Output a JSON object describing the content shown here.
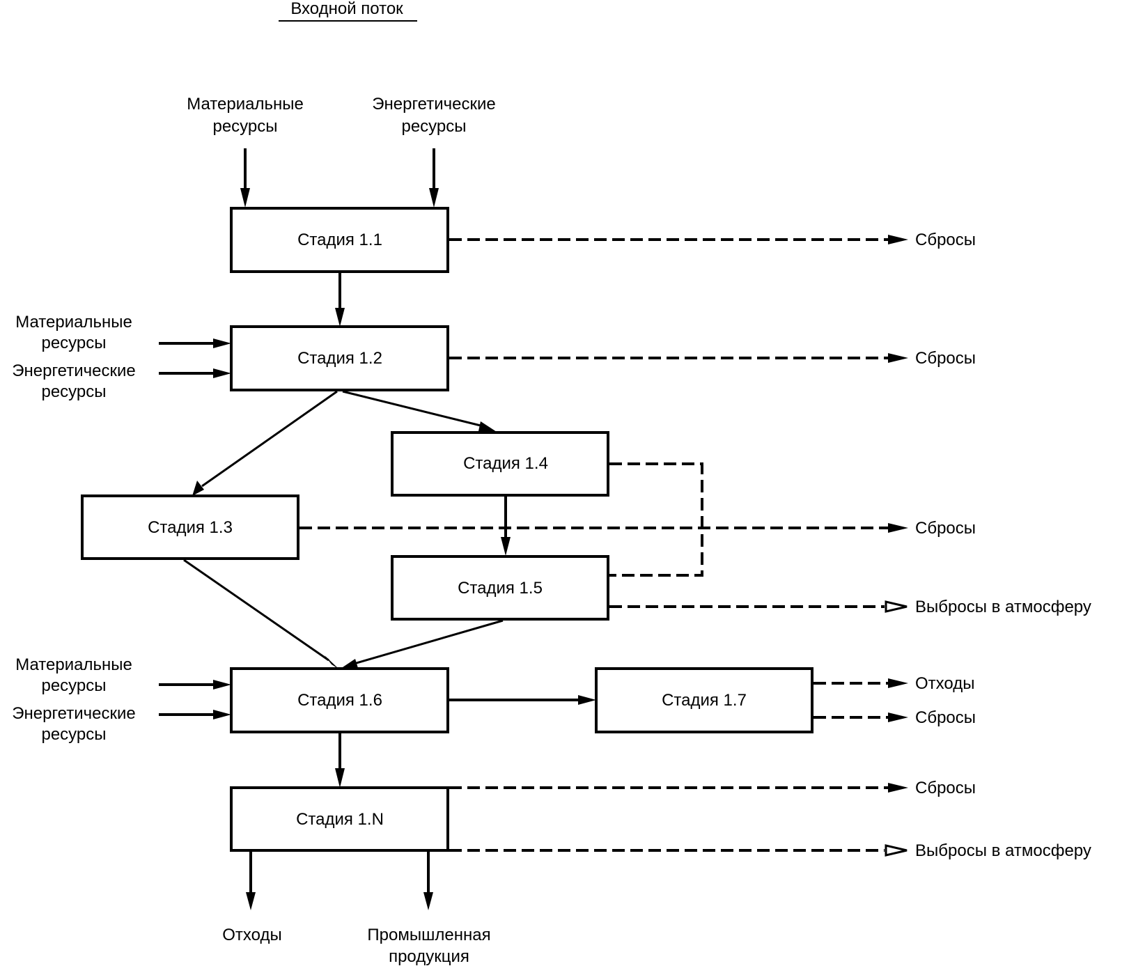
{
  "title": "Входной поток",
  "stages": {
    "s11": "Стадия 1.1",
    "s12": "Стадия 1.2",
    "s13": "Стадия 1.3",
    "s14": "Стадия 1.4",
    "s15": "Стадия 1.5",
    "s16": "Стадия 1.6",
    "s17": "Стадия 1.7",
    "s1n": "Стадия 1.N"
  },
  "inputs": {
    "material_line1": "Материальные",
    "material_line2": "ресурсы",
    "energy_line1": "Энергетические",
    "energy_line2": "ресурсы"
  },
  "outputs": {
    "discharges": "Сбросы",
    "emissions": "Выбросы в атмосферу",
    "waste": "Отходы",
    "product_line1": "Промышленная",
    "product_line2": "продукция"
  },
  "colors": {
    "stroke": "#000000",
    "background": "#ffffff"
  }
}
